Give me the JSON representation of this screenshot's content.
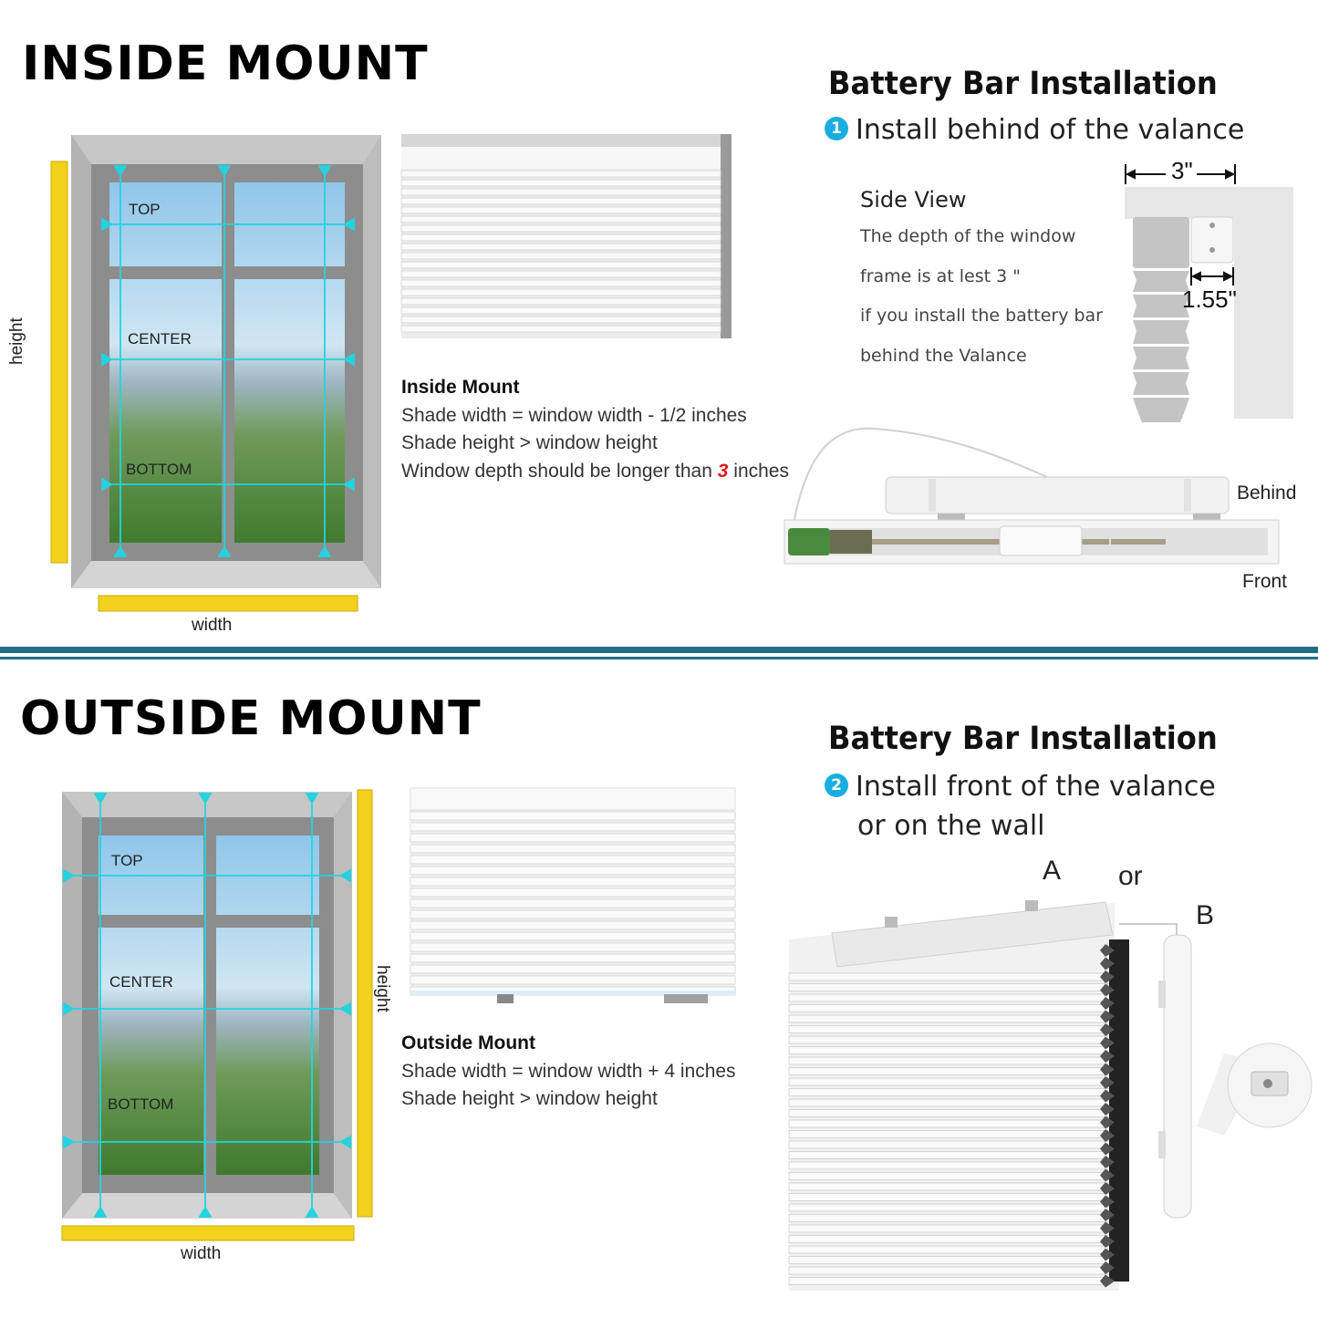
{
  "inside": {
    "title": "INSIDE MOUNT",
    "labels": {
      "top": "TOP",
      "center": "CENTER",
      "bottom": "BOTTOM",
      "height": "height",
      "width": "width"
    },
    "info_heading": "Inside Mount",
    "info_line1": "Shade width = window width - 1/2 inches",
    "info_line2": "Shade height > window height",
    "info_line3_pre": "Window depth should be longer than",
    "info_line3_num": "3",
    "info_line3_post": "inches"
  },
  "battery1": {
    "title": "Battery Bar Installation",
    "step_num": "1",
    "step_text": "Install behind of the valance",
    "side_view_title": "Side View",
    "side_view_lines": [
      "The depth of the window",
      "frame is at lest 3 \"",
      "if you install the battery bar",
      "behind the Valance"
    ],
    "dim_depth": "3\"",
    "dim_bar": "1.55\"",
    "label_behind": "Behind",
    "label_front": "Front"
  },
  "outside": {
    "title": "OUTSIDE MOUNT",
    "labels": {
      "top": "TOP",
      "center": "CENTER",
      "bottom": "BOTTOM",
      "height": "height",
      "width": "width"
    },
    "info_heading": "Outside Mount",
    "info_line1": "Shade width = window width + 4 inches",
    "info_line2": "Shade height > window height"
  },
  "battery2": {
    "title": "Battery Bar Installation",
    "step_num": "2",
    "step_text_line1": "Install front of the valance",
    "step_text_line2": "or on the wall",
    "label_a": "A",
    "label_or": "or",
    "label_b": "B"
  },
  "colors": {
    "accent": "#1aaee0",
    "divider": "#1f6f86",
    "tape": "#f2d21a",
    "measure": "#23d3e0",
    "frame": "#a9a9a9",
    "highlight": "#e11b1b"
  }
}
